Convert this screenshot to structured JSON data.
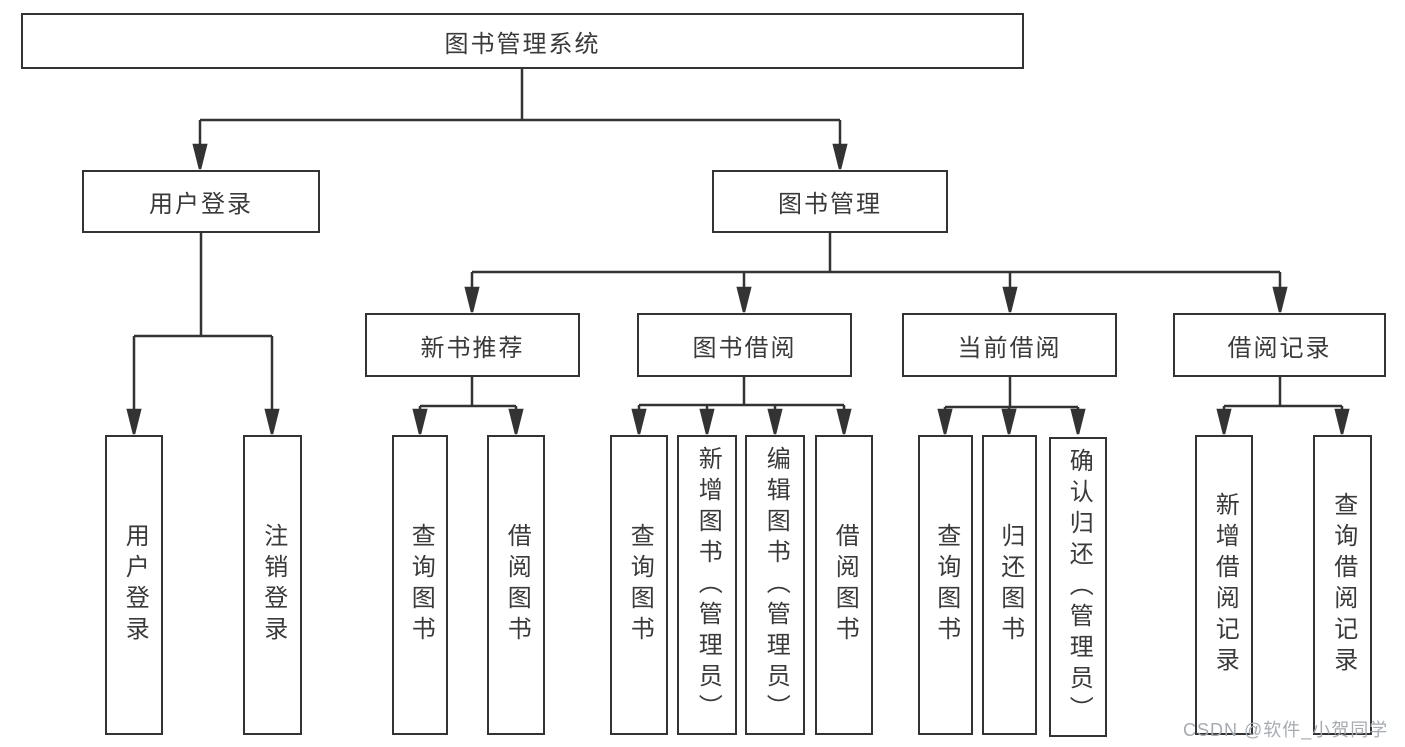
{
  "diagram": {
    "type": "tree-structure-chart",
    "tree": {
      "label": "图书管理系统",
      "children": [
        {
          "label": "用户登录",
          "children": [
            {
              "label": "用户登录"
            },
            {
              "label": "注销登录"
            }
          ]
        },
        {
          "label": "图书管理",
          "children": [
            {
              "label": "新书推荐",
              "children": [
                {
                  "label": "查询图书"
                },
                {
                  "label": "借阅图书"
                }
              ]
            },
            {
              "label": "图书借阅",
              "children": [
                {
                  "label": "查询图书"
                },
                {
                  "label": "新增图书（管理员）"
                },
                {
                  "label": "编辑图书（管理员）"
                },
                {
                  "label": "借阅图书"
                }
              ]
            },
            {
              "label": "当前借阅",
              "children": [
                {
                  "label": "查询图书"
                },
                {
                  "label": "归还图书"
                },
                {
                  "label": "确认归还（管理员）"
                }
              ]
            },
            {
              "label": "借阅记录",
              "children": [
                {
                  "label": "新增借阅记录"
                },
                {
                  "label": "查询借阅记录"
                }
              ]
            }
          ]
        }
      ]
    },
    "colors": {
      "line": "#333333",
      "border": "#333333",
      "text": "#3a3a3a",
      "background": "#ffffff",
      "watermark": "#a6abb2"
    }
  },
  "watermark": {
    "text": "CSDN @软件_小贺同学"
  }
}
